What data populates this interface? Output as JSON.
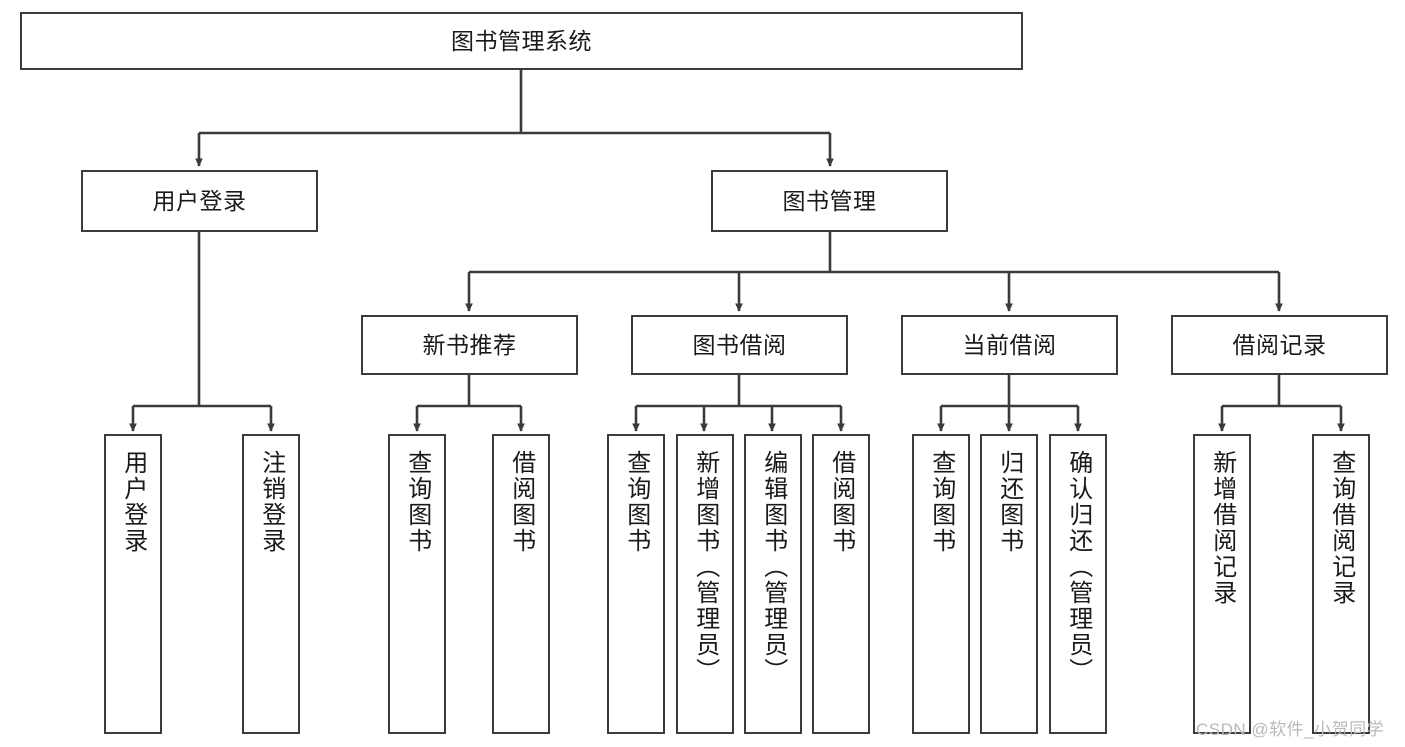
{
  "diagram": {
    "title": "图书管理系统",
    "type": "tree-hierarchy-chart",
    "watermark": "CSDN @软件_小贺同学",
    "colors": {
      "stroke": "#3b3b3b",
      "fill": "#ffffff",
      "text": "#1a1a1a",
      "watermark": "#b9b9b9"
    },
    "levels": {
      "level0": [
        {
          "id": "root",
          "label": "图书管理系统"
        }
      ],
      "level1": [
        {
          "id": "n_user_login",
          "label": "用户登录"
        },
        {
          "id": "n_book_mgmt",
          "label": "图书管理"
        }
      ],
      "level2": [
        {
          "id": "n_new_book_rec",
          "label": "新书推荐",
          "parent": "n_book_mgmt"
        },
        {
          "id": "n_book_borrow",
          "label": "图书借阅",
          "parent": "n_book_mgmt"
        },
        {
          "id": "n_current_borrow",
          "label": "当前借阅",
          "parent": "n_book_mgmt"
        },
        {
          "id": "n_borrow_record",
          "label": "借阅记录",
          "parent": "n_book_mgmt"
        }
      ],
      "level3": [
        {
          "id": "l1",
          "label": "用户登录",
          "parent": "n_user_login"
        },
        {
          "id": "l2",
          "label": "注销登录",
          "parent": "n_user_login"
        },
        {
          "id": "l3",
          "label": "查询图书",
          "parent": "n_new_book_rec"
        },
        {
          "id": "l4",
          "label": "借阅图书",
          "parent": "n_new_book_rec"
        },
        {
          "id": "l5",
          "label": "查询图书",
          "parent": "n_book_borrow"
        },
        {
          "id": "l6",
          "label": "新增图书（管理员）",
          "parent": "n_book_borrow"
        },
        {
          "id": "l7",
          "label": "编辑图书（管理员）",
          "parent": "n_book_borrow"
        },
        {
          "id": "l8",
          "label": "借阅图书",
          "parent": "n_book_borrow"
        },
        {
          "id": "l9",
          "label": "查询图书",
          "parent": "n_current_borrow"
        },
        {
          "id": "l10",
          "label": "归还图书",
          "parent": "n_current_borrow"
        },
        {
          "id": "l11",
          "label": "确认归还（管理员）",
          "parent": "n_current_borrow"
        },
        {
          "id": "l12",
          "label": "新增借阅记录",
          "parent": "n_borrow_record"
        },
        {
          "id": "l13",
          "label": "查询借阅记录",
          "parent": "n_borrow_record"
        }
      ]
    }
  }
}
